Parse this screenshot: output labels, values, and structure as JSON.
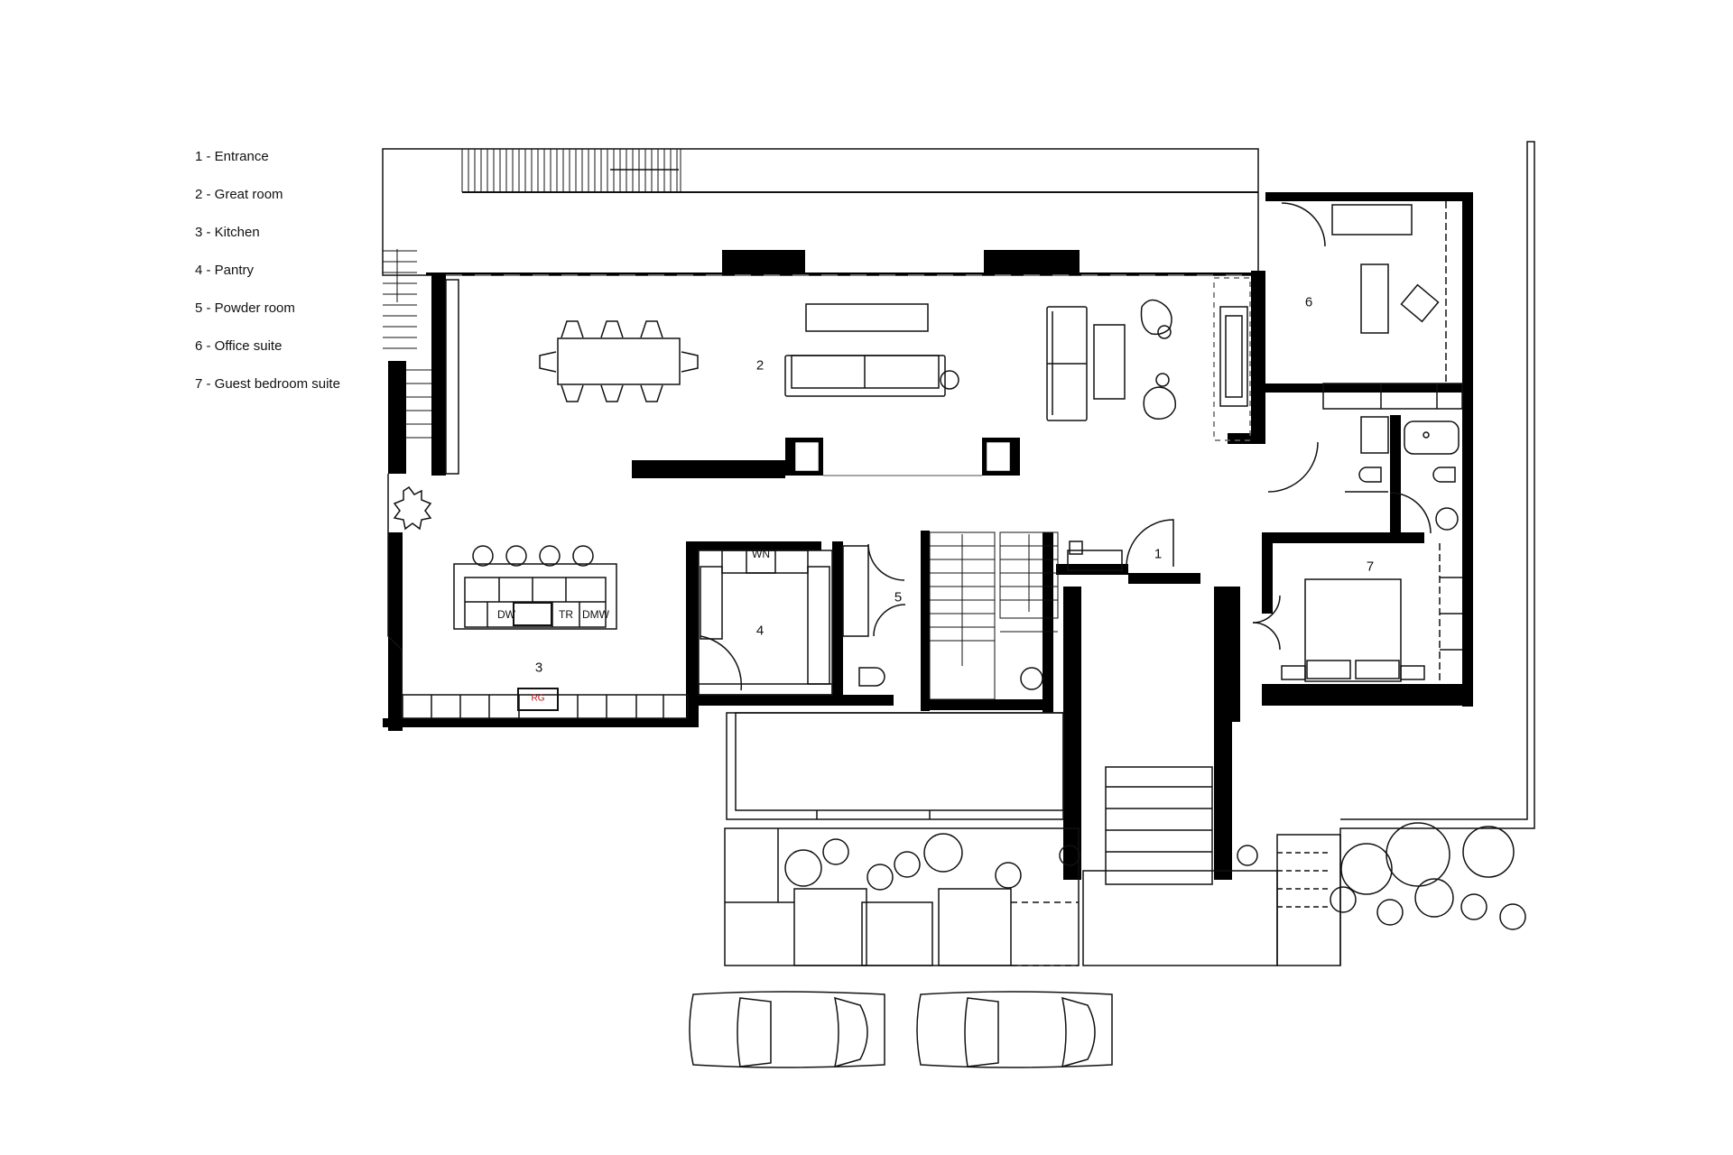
{
  "legend": {
    "items": [
      {
        "number": "1",
        "label": "1 - Entrance"
      },
      {
        "number": "2",
        "label": "2 - Great room"
      },
      {
        "number": "3",
        "label": "3 - Kitchen"
      },
      {
        "number": "4",
        "label": "4 - Pantry"
      },
      {
        "number": "5",
        "label": "5 - Powder room"
      },
      {
        "number": "6",
        "label": "6 - Office suite"
      },
      {
        "number": "7",
        "label": "7 - Guest bedroom suite"
      }
    ]
  },
  "rooms": {
    "entrance": "1",
    "great_room": "2",
    "kitchen": "3",
    "pantry": "4",
    "powder_room": "5",
    "office_suite": "6",
    "guest_bedroom_suite": "7"
  },
  "appliances": {
    "dishwasher": "DW",
    "trash": "TR",
    "dishwasher_2": "DMW",
    "wine": "WN",
    "range": "RG"
  },
  "colors": {
    "wall": "#000000",
    "line": "#111111",
    "range_label": "#c0141c",
    "background": "#ffffff"
  }
}
